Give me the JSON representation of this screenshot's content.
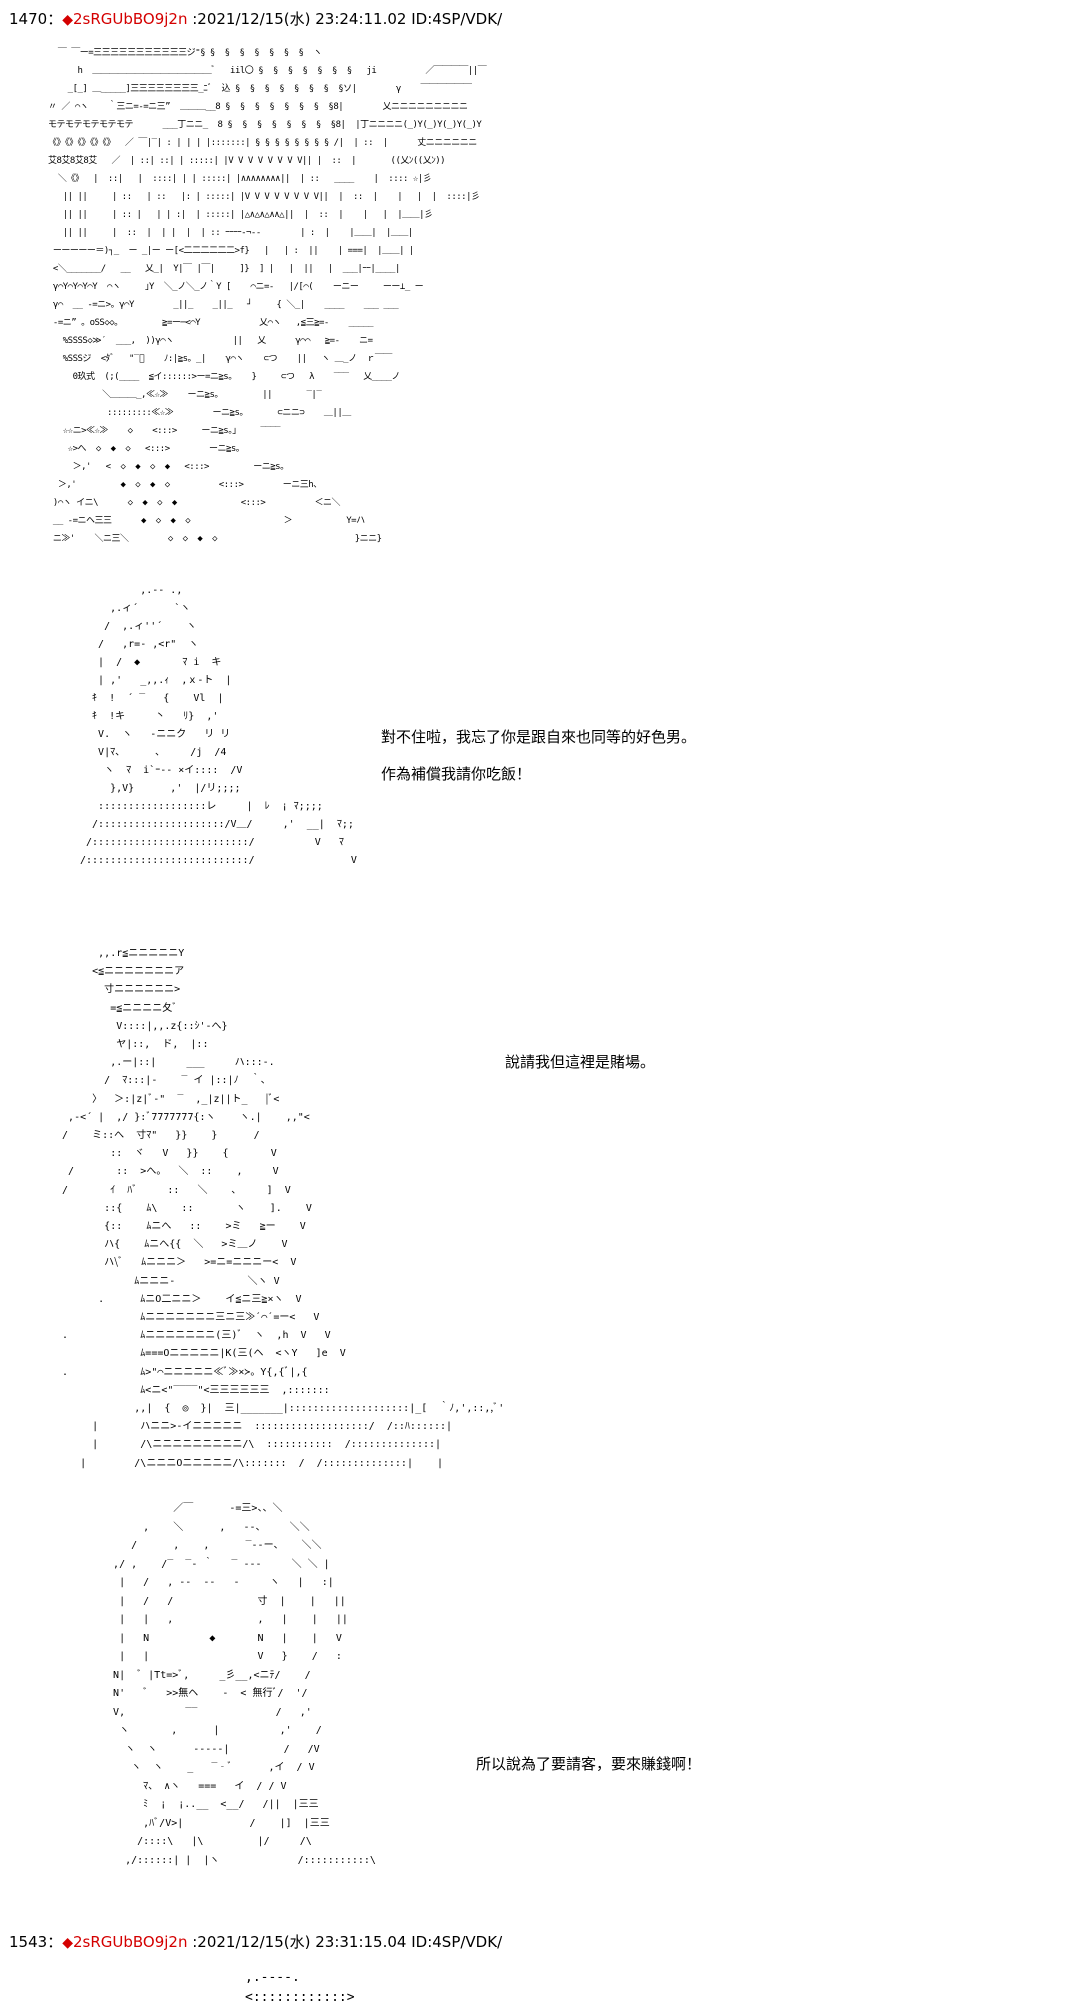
{
  "posts": [
    {
      "number": "1470",
      "separator": "：",
      "diamond": "◆",
      "trip": "2sRGUbBO9j2n",
      "meta": " :2021/12/15(水) 23:24:11.02 ID:4SP/VDK/"
    },
    {
      "number": "1543",
      "separator": "：",
      "diamond": "◆",
      "trip": "2sRGUbBO9j2n",
      "meta": " :2021/12/15(水) 23:31:15.04 ID:4SP/VDK/"
    }
  ],
  "dialogue": {
    "line1": "對不住啦，我忘了你是跟自來也同等的好色男。",
    "line2": "作為補償我請你吃飯！",
    "line3": "說請我但這裡是賭場。",
    "line4": "所以說為了要請客，要來賺錢啊！"
  },
  "art": {
    "scene": "  ￣ ￣ー=三三三三三三三三三三三ジ⁼§ §  §  §  §  §  §  §  ヽ\n      h  ＿＿＿＿＿＿＿＿＿＿＿＿＿＿ﾞ   iil〇 §  §  §  §  §  §  §   ji          ／￣￣￣￣||￣\n    _[_] ＿_____]三三三三三三三三_ﾆﾞ  込 §  §  §  §  §  §  §  §ソ|        γ    ￣￣￣￣￣￣\n〃 ／ ⌒ヽ    ｀三ニ=-=ニ三”  ＿＿＿__8 §  §  §  §  §  §  §  §8|        乂ニニニニニニニニニ\nモテモテモテモテモテ      ___丁ニニ_  8 §  §  §  §  §  §  §  §8|  |丁ニニニニ(_)Y(_)Y(_)Y(_)Y\n《》《》《》《》《》  ／ ￣|‾| : | | | |:::::::| § § § § § § § § /|  | ::  |      丈ニニニニニニ\n艾8艾8艾8艾   ／  | ::| ::| | :::::| |V V V V V V V V|| |  ::  |       ((乂ﾝ((乂ﾝ))\n  ＼《》  |  ::|   |  ::::| | | :::::| |∧∧∧∧∧∧∧∧||  | ::   ____    |  :::: ☆|彡\n   || ||     | ::   | ::   |: | :::::| |V V V V V V V V||  |  ::  |    |   |  |  ::::|彡\n   || ||     | :: |   | | :|  | :::::| |△∧△∧△∧∧△||  |  ::  |    |   |  |＿＿|彡\n   || ||     |  ::  |  | |  |  | :: ｰｰｰｰ-¬--        | :  |    |＿＿|  |＿＿|\n ーーーーー＝)┐_  ー _|ー ー[<二二二二二二>f}   |   | :  ||    | ===|  |＿＿| |\n <＼_______/   __   乂_|  Y|￣ |￣|     ]}  ] |   |  ||   |  ___|ｰｰ|____|  \n γ⌒Y⌒Y⌒Y⌒Y  ⌒ヽ     ｣Y  ＼_ノ＼_ノ｀Y [    ⌒ニ=-   |/[⌒(    ーニー     ーー⊥_ ー  \n γ⌒  __ -=ニ>。γ⌒Y        _||_    _||_   ┘     { ＼_|    ____    ___ ___\n -=ニ” 。oSS◇◇。        ≧=ー─<⌒Y            乂⌒ヽ   ,≦三≧=-    _____\n   %SSSS◇≫ˊ  ___,  ))γ⌒ヽ            ||   乂      γ⌒⌒   ≧=-    ニ=\n   %SSSジ  <ﾀﾞ   \"‾ﾞ    ﾉ:|≧s。_|    γ⌒ヽ    ⊂つ    ||   ヽ ＿_ノ  ｒ￣￣\n     0玖式  (;(____  ≦イ::::::>ー=ニ≧s。   }     ⊂つ   λ    ‾‾‾   乂____ノ\n           ＼＿＿＿_,≪☆≫    ーニ≧s。        ||       ‾|‾\n            :::::::::≪☆≫        ーニ≧s。      ⊂ニニ⊃    ＿||＿\n   ☆☆ニ>≪☆≫    ◇    <:::>     ーニ≧s。」    ‾‾‾‾\n    ☆>へ  ◇  ◆  ◇   <:::>        ーニ≧s。\n     ＞,'   <  ◇  ◆  ◇  ◆   <:::>         ーニ≧s。\n  ＞,'         ◆  ◇  ◆  ◇          <:::>        ーニ三h、\n )⌒ヽ イニ\\      ◇  ◆  ◇  ◆             <:::>          ＜ニ＼\n __ -=ニヘ三三      ◆  ◇  ◆  ◇                   ＞           Y=ハ\n ニ≫'    ＼ニ三＼        ◇  ◇  ◆  ◇                            }ニニ}",
    "char1": "          ,.-‐ .,\n     ,.ィ´      `ヽ\n    /  ,.ィ''´    ヽ\n   /   ,r=‐ ,<r\"  ヽ\n   |  /  ◆       ﾏ i  キ\n   | ,'   _,,.ｨ  ,ｘ‐ト  |\n  ｷ  !  ´ ‾   {    Vl  |\n  ｷ  !キ     丶   ﾘ}  ,'\n   V.  ヽ   ‐ニニク   リ リ\n   V|ﾏ、     ､     /j  /4\n    ヽ  ﾏ  i`ｰ-- ×イ::::  /V\n     },V}      ,'  |/リ;;;;\n   ::::::::::::::::::レ     |  ﾚ  ¡ ﾏ;;;;\n  /:::::::::::::::::::::/V＿/     ,'  __|  ﾏ;;\n /::::::::::::::::::::::::::/          V   ﾏ\n/:::::::::::::::::::::::::::/                V",
    "char2": "        ,,.r≦ニニニニニY\n       <≦ニニニニニニニア\n         寸ニニニニニニ>\n          =≦ニニニニ夂ﾞ\n           V::::|,,.z{::ｼ'‐へ}\n           ヤ|::,  ド,  |::\n          ,.ー|::|     ___     ハ:::‐.\n         /  ﾏ:::|‐    ‾ イ |::|ﾉ  ｀、\n       〉  ＞:|z|ﾞ‐\"  ‾  ,_|z||ト_   |ﾞ<\n   ,-<´ |  ,/ }:ﾞ7777777{:ヽ    ヽ.|    ,,\"<\n  /    ミ::へ  寸ﾏ\"   }}    }      /\n          ::  ヾ   V   }}    {       V\n   /       ::  >へ。  ＼  ::    ,     V\n  /       ｲ  ﾊﾞ     ::   ＼    ､     ]  V\n         ::{    ﾑ\\    ::       ヽ    ].    V\n         {::    ﾑニへ   ::    >ミ   ≧ー    V\n         ハ{    ﾑニへ{{  ＼   >ミ＿ノ    V\n         ハ\\ﾞ   ﾑニニニ＞   >=ニ=ニニニー<  V\n              ﾑニニニ-            ＼ヽ V\n        .      ﾑニO二ニニ＞    イ≦ニ三≧×ヽ  V\n               ﾑニニニニニニニ三ニ三≫ˊ⌒ˊ=ー<   V\n  .            ﾑニニニニニニニ(三)ﾞ  ヽ  ,h  V   V\n               ﾑ===Oニニニニニ|K(三(ヘ  <ヽY   ]e  V\n  .            ﾑ>\"⌒ニニニニニ≪ﾞ≫×≻。Y{,{ﾞ|,{\n               ﾑ<ニ<\"‾‾‾‾\"<三三三三三三  ,:::::::\n              ,,|  {  ◎  }|  三|_______|::::::::::::::::::::|_[  ｀ﾉ,',::,,ﾞ'\n       |       ハニニ>-イニニニニニ  :::::::::::::::::::/  /::ﾊ::::::|\n       |       /\\ニニニニニニニニニ/\\  :::::::::::  /::::::::::::::|\n     |        /\\ニニニOニニニニニ/\\:::::::  /  /::::::::::::::|    |",
    "char3": "             ／￣      -=三>、、＼\n        ,    ＼      ,   ‐‐、    ＼＼\n      /      ,    ,      ‾‐‐ー、   ＼＼\n   ,/ ,    /‾  ‾‐ ｀   ‾ ‐-‐     ＼ ＼ |\n    |   /   , ‐‐  ‐‐   ‐     ヽ   |   :|\n    |   /   /              寸  |    |   ||\n    |   |   ,              ,   |    |   ||\n    |   N          ◆       N   |    |   V\n    |   |                  V   }    /   :\n   N|  ﾞ |Tt=>ﾞ,     _彡__,<ニﾃ/    /\n   N'   ﾞ   >>無ヘ    ‐  < 無行ﾞ/  '/\n   V,          ‾‾             /   ,'\n    ヽ       ,      |          ,'    /\n     ヽ  ヽ      ‐‐‐‐‐|         /   /V\n      ヽ  ヽ    _   ‾‐ﾞ      ,イ  / V\n        ﾏ、 ∧ヽ   ===   イ  / / V\n        ﾐ  ¡  ¡..__  <__/   /||  |三三\n        ,ﾊﾞ/V>|           /    |]  |三三\n       /::::\\   |\\         |/     /\\\n     ,/::::::| |  |ヽ             /:::::::::::\\"
  }
}
